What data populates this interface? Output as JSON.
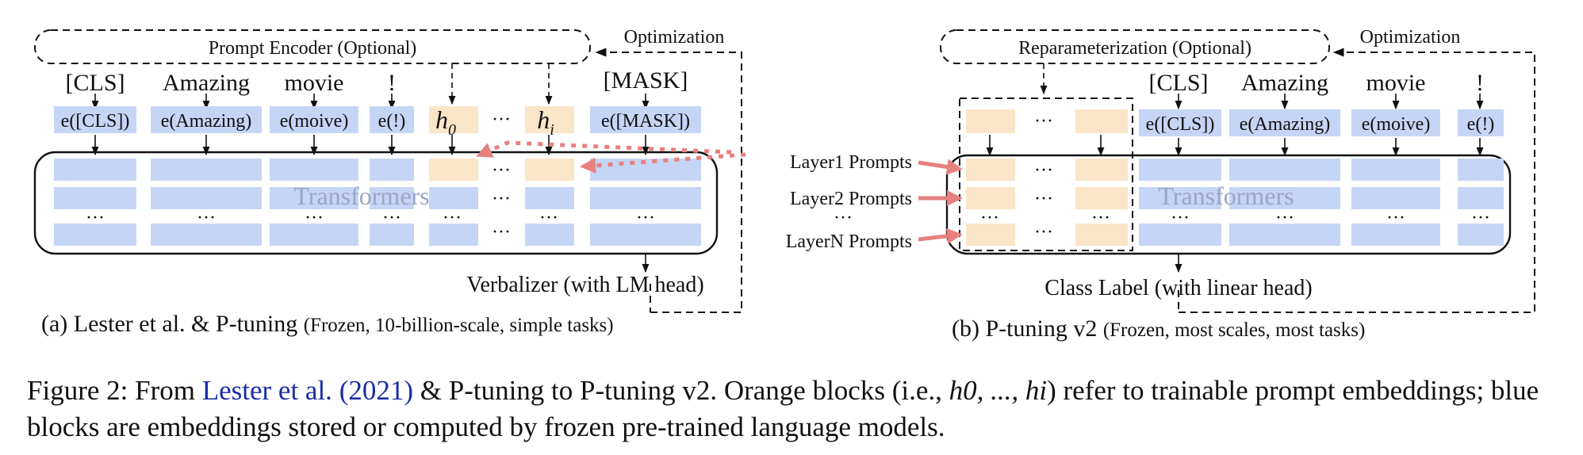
{
  "left_panel": {
    "prompt_encoder": "Prompt Encoder (Optional)",
    "optimization": "Optimization",
    "tokens": [
      "[CLS]",
      "Amazing",
      "movie",
      "!",
      "[MASK]"
    ],
    "embeddings": [
      "e([CLS])",
      "e(Amazing)",
      "e(moive)",
      "e(!)",
      "e([MASK])"
    ],
    "prompt_h0": "h",
    "prompt_h0_sub": "0",
    "prompt_hi": "h",
    "prompt_hi_sub": "i",
    "ellipsis": "···",
    "transformers": "Transformers",
    "verbalizer": "Verbalizer (with LM head)",
    "caption_main": "(a) Lester et al. & P-tuning",
    "caption_note": "(Frozen, 10-billion-scale, simple tasks)"
  },
  "right_panel": {
    "reparam": "Reparameterization (Optional)",
    "optimization": "Optimization",
    "tokens": [
      "[CLS]",
      "Amazing",
      "movie",
      "!"
    ],
    "embeddings": [
      "e([CLS])",
      "e(Amazing)",
      "e(moive)",
      "e(!)"
    ],
    "layer_prompts": [
      "Layer1 Prompts",
      "Layer2 Prompts",
      "LayerN Prompts"
    ],
    "layer_dots": "···",
    "transformers": "Transformers",
    "class_label": "Class Label (with linear head)",
    "caption_main": "(b) P-tuning v2",
    "caption_note": "(Frozen, most scales, most tasks)"
  },
  "figure_caption": {
    "label": "Figure 2:",
    "part1": "From",
    "cite_name": "Lester et al.",
    "cite_year": "2021",
    "part2": "& P-tuning to P-tuning v2. Orange blocks (i.e.,",
    "math": "h0, ..., hi",
    "part3": ") refer to trainable prompt embeddings; blue blocks are embeddings stored or computed by frozen pre-trained language models."
  },
  "colors": {
    "frozen_blue": "#c5d5f5",
    "prompt_orange": "#fbe5c8",
    "arrow_red": "#e88080",
    "citation": "#1a2ca8"
  }
}
